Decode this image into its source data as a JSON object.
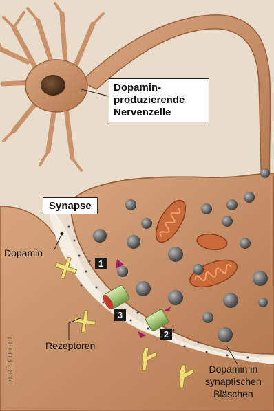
{
  "labels": {
    "neuron_title": "Dopamin-\nproduzierende\nNervenzelle",
    "synapse": "Synapse",
    "dopamine": "Dopamin",
    "receptors": "Rezeptoren",
    "vesicles": "Dopamin in\nsynaptischen\nBläschen",
    "credit": "DER SPIEGEL"
  },
  "markers": [
    {
      "id": "1",
      "text": "1"
    },
    {
      "id": "2",
      "text": "2"
    },
    {
      "id": "3",
      "text": "3"
    }
  ],
  "colors": {
    "background": "#e9dccb",
    "neuron_fill": "#c9926a",
    "neuron_edge": "#9a5f3c",
    "nucleus": "#5a3b22",
    "vesicle": "#6e6e6e",
    "mitochondria": "#c96a3b",
    "receptor": "#f1dc7a",
    "transporter": "#a8c77a",
    "arrow": "#a21b64",
    "marker": "#1a1a1a",
    "cleft": "#f4ede2"
  }
}
